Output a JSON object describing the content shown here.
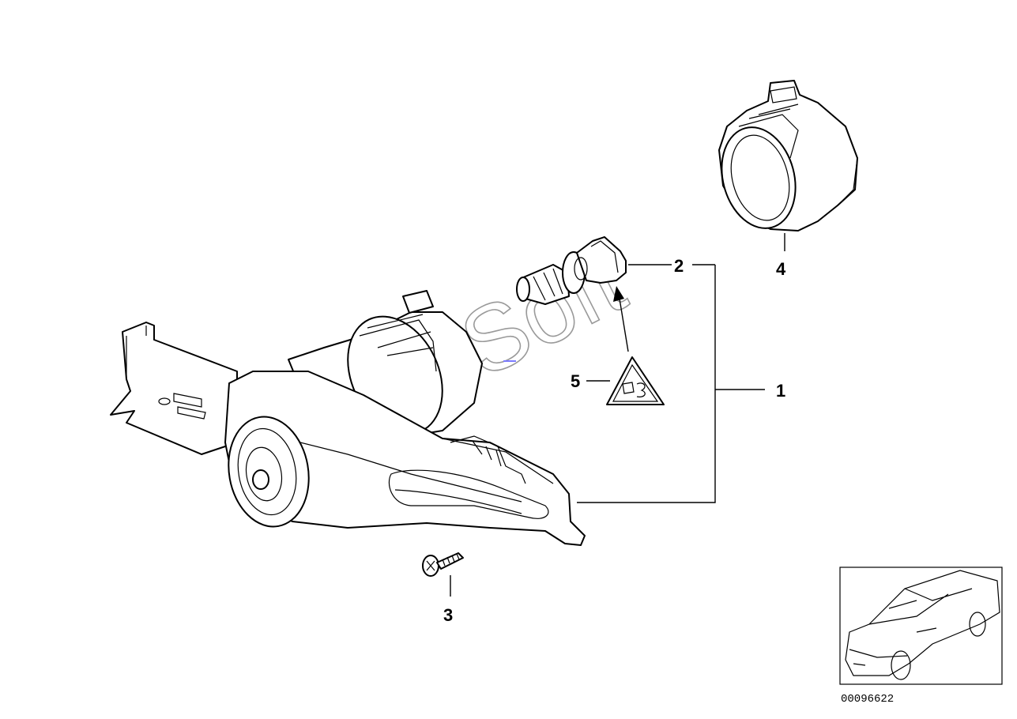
{
  "callouts": {
    "one": "1",
    "two": "2",
    "three": "3",
    "four": "4",
    "five": "5"
  },
  "reference_number": "00096622",
  "watermark": "AutoSoft",
  "colors": {
    "ink": "#000000",
    "watermark": "#9a9a9a",
    "accent_mark": "#7b7bff"
  }
}
